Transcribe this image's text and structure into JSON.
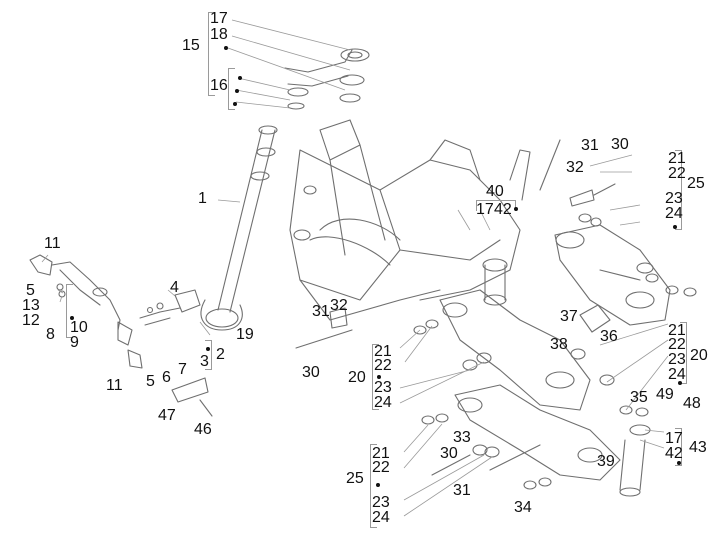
{
  "diagram": {
    "title": "Frame / front fork / swingarm exploded parts diagram",
    "callouts": [
      {
        "id": "c17a",
        "text": "17"
      },
      {
        "id": "c18",
        "text": "18"
      },
      {
        "id": "c15",
        "text": "15"
      },
      {
        "id": "c16",
        "text": "16"
      },
      {
        "id": "c1",
        "text": "1"
      },
      {
        "id": "c11a",
        "text": "11"
      },
      {
        "id": "c5a",
        "text": "5"
      },
      {
        "id": "c13",
        "text": "13"
      },
      {
        "id": "c12",
        "text": "12"
      },
      {
        "id": "c10",
        "text": "10"
      },
      {
        "id": "c8",
        "text": "8"
      },
      {
        "id": "c9",
        "text": "9"
      },
      {
        "id": "c4",
        "text": "4"
      },
      {
        "id": "c19",
        "text": "19"
      },
      {
        "id": "c2",
        "text": "2"
      },
      {
        "id": "c3",
        "text": "3"
      },
      {
        "id": "c7",
        "text": "7"
      },
      {
        "id": "c6",
        "text": "6"
      },
      {
        "id": "c5b",
        "text": "5"
      },
      {
        "id": "c11b",
        "text": "11"
      },
      {
        "id": "c47",
        "text": "47"
      },
      {
        "id": "c46",
        "text": "46"
      },
      {
        "id": "c31a",
        "text": "31"
      },
      {
        "id": "c32a",
        "text": "32"
      },
      {
        "id": "c30a",
        "text": "30"
      },
      {
        "id": "c21a",
        "text": "21"
      },
      {
        "id": "c22a",
        "text": "22"
      },
      {
        "id": "c20a",
        "text": "20"
      },
      {
        "id": "c23a",
        "text": "23"
      },
      {
        "id": "c24a",
        "text": "24"
      },
      {
        "id": "c40",
        "text": "40"
      },
      {
        "id": "c17b",
        "text": "17"
      },
      {
        "id": "c42a",
        "text": "42"
      },
      {
        "id": "c31b",
        "text": "31"
      },
      {
        "id": "c30b",
        "text": "30"
      },
      {
        "id": "c32b",
        "text": "32"
      },
      {
        "id": "c21b",
        "text": "21"
      },
      {
        "id": "c22b",
        "text": "22"
      },
      {
        "id": "c25a",
        "text": "25"
      },
      {
        "id": "c23b",
        "text": "23"
      },
      {
        "id": "c24b",
        "text": "24"
      },
      {
        "id": "c37",
        "text": "37"
      },
      {
        "id": "c36",
        "text": "36"
      },
      {
        "id": "c38",
        "text": "38"
      },
      {
        "id": "c21c",
        "text": "21"
      },
      {
        "id": "c22c",
        "text": "22"
      },
      {
        "id": "c20b",
        "text": "20"
      },
      {
        "id": "c23c",
        "text": "23"
      },
      {
        "id": "c24c",
        "text": "24"
      },
      {
        "id": "c35",
        "text": "35"
      },
      {
        "id": "c49",
        "text": "49"
      },
      {
        "id": "c48",
        "text": "48"
      },
      {
        "id": "c17c",
        "text": "17"
      },
      {
        "id": "c42b",
        "text": "42"
      },
      {
        "id": "c43",
        "text": "43"
      },
      {
        "id": "c39",
        "text": "39"
      },
      {
        "id": "c21d",
        "text": "21"
      },
      {
        "id": "c22d",
        "text": "22"
      },
      {
        "id": "c25b",
        "text": "25"
      },
      {
        "id": "c23d",
        "text": "23"
      },
      {
        "id": "c24d",
        "text": "24"
      },
      {
        "id": "c33",
        "text": "33"
      },
      {
        "id": "c30c",
        "text": "30"
      },
      {
        "id": "c31c",
        "text": "31"
      },
      {
        "id": "c34",
        "text": "34"
      }
    ]
  }
}
